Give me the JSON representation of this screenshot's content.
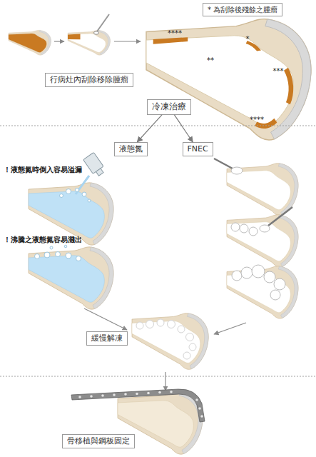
{
  "diagram": {
    "nodes": [
      {
        "text": [
          "行病灶內刮除移除腫瘤"
        ]
      },
      {
        "text": [
          "* 為刮除後殘餘之腫瘤"
        ]
      },
      {
        "text": [
          "冷凍治療"
        ]
      },
      {
        "text": [
          "液態氮"
        ]
      },
      {
        "text": [
          "FNEC"
        ]
      },
      {
        "text": [
          "緩慢解凍"
        ]
      },
      {
        "text": [
          "骨移植與鋼板固定"
        ]
      }
    ],
    "edges": [
      {
        "from": 2,
        "to": 3,
        "arrow": "to"
      },
      {
        "from": 2,
        "to": 4,
        "arrow": "to"
      }
    ],
    "labels": [
      "****",
      "*",
      "**",
      "***",
      "****",
      "！液態氮時倒入容易溢漏",
      "！沸騰之液態氮容易濺出"
    ]
  }
}
